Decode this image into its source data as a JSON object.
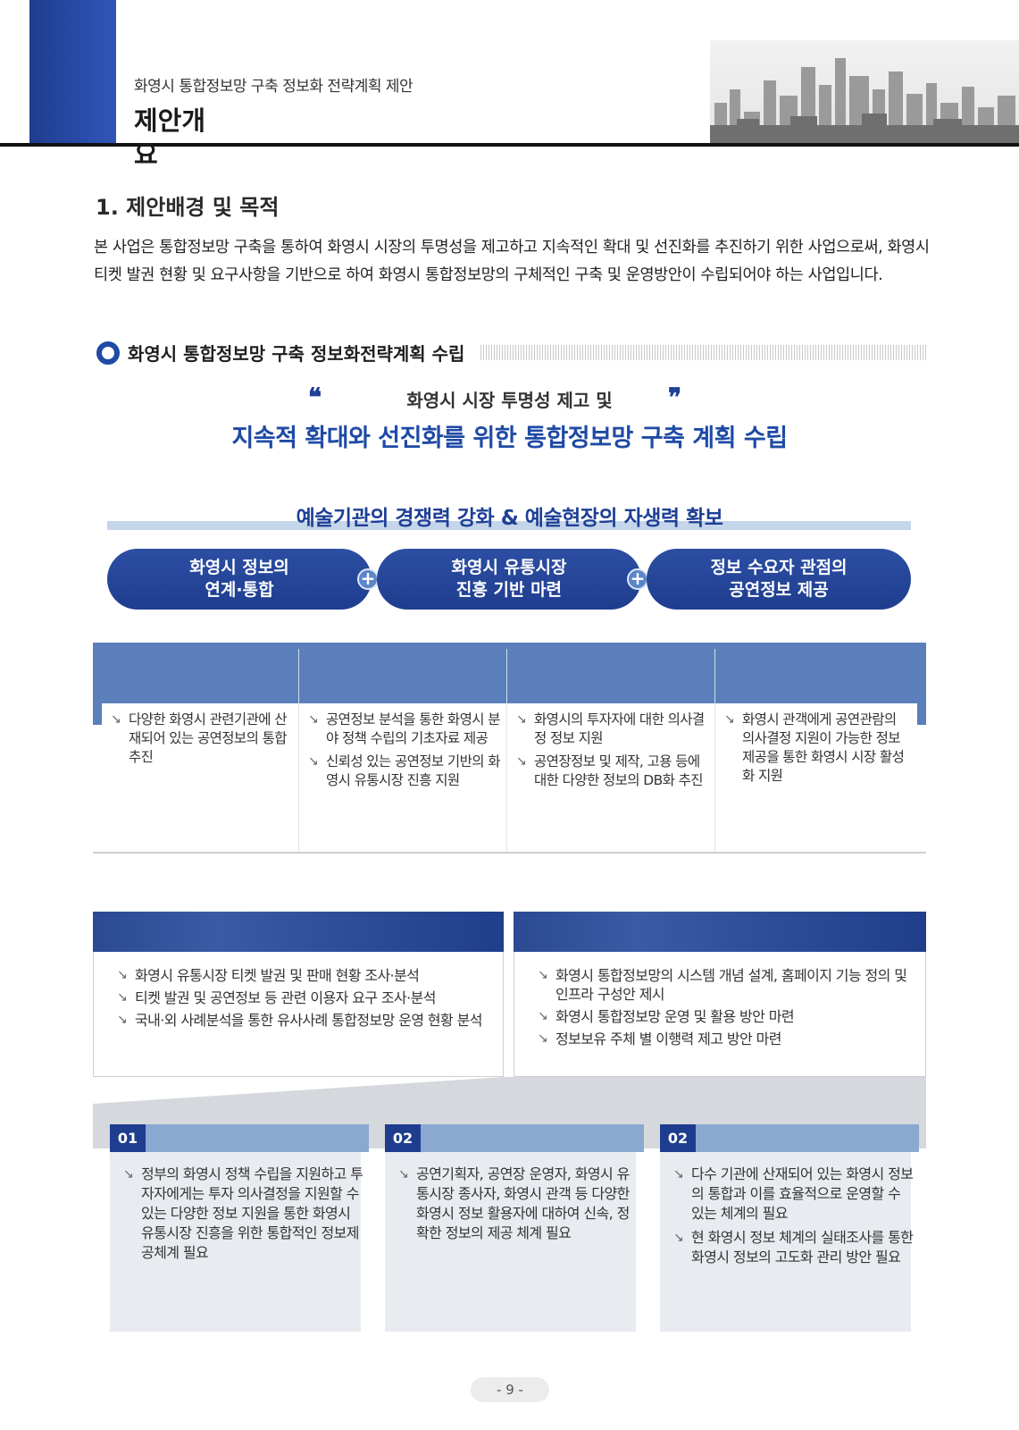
{
  "header": {
    "subtitle": "화영시 통합정보망 구축 정보화 전략계획 제안",
    "title": "제안개요"
  },
  "section": {
    "heading": "1. 제안배경 및 목적",
    "intro": "본 사업은 통합정보망 구축을 통하여 화영시 시장의 투명성을 제고하고 지속적인 확대 및 선진화를 추진하기 위한 사업으로써, 화영시 티켓 발권 현황 및 요구사항을 기반으로 하여 화영시 통합정보망의 구체적인 구축 및 운영방안이 수립되어야 하는 사업입니다."
  },
  "subsection": {
    "heading": "화영시 통합정보망 구축 정보화전략계획 수립"
  },
  "slogan": {
    "open_quote": "❝",
    "close_quote": "❞",
    "line1": "화영시 시장 투명성 제고 및",
    "line2": "지속적 확대와 선진화를 위한 통합정보망 구축 계획 수립"
  },
  "goal": "예술기관의 경쟁력 강화 & 예술현장의 자생력 확보",
  "pills": [
    {
      "label": "화영시 정보의\n연계·통합"
    },
    {
      "label": "화영시 유통시장\n진흥 기반 마련"
    },
    {
      "label": "정보 수요자 관점의\n공연정보 제공"
    }
  ],
  "plus_symbol": "+",
  "columns": [
    {
      "items": [
        "다양한 화영시 관련기관에 산재되어 있는 공연정보의 통합 추진"
      ]
    },
    {
      "items": [
        "공연정보 분석을 통한 화영시 분야 정책 수립의 기초자료 제공",
        "신뢰성 있는 공연정보 기반의 화영시 유통시장 진흥 지원"
      ]
    },
    {
      "items": [
        "화영시의 투자자에 대한 의사결정 정보 지원",
        "공연장정보 및 제작, 고용 등에 대한 다양한 정보의 DB화 추진"
      ]
    },
    {
      "items": [
        "화영시 관객에게 공연관람의 의사결정 지원이 가능한 정보 제공을 통한 화영시 시장 활성화 지원"
      ]
    }
  ],
  "tasks": [
    {
      "items": [
        "화영시 유통시장 티켓 발권 및 판매 현황 조사·분석",
        "티켓 발권 및 공연정보 등 관련 이용자 요구 조사·분석",
        "국내·외 사례분석을 통한 유사사례 통합정보망 운영 현황 분석"
      ]
    },
    {
      "items": [
        "화영시 통합정보망의 시스템 개념 설계, 홈페이지 기능 정의 및 인프라 구성안 제시",
        "화영시 통합정보망 운영 및 활용 방안 마련",
        "정보보유 주체 별 이행력 제고 방안 마련"
      ]
    }
  ],
  "needs": [
    {
      "tag": "01",
      "items": [
        "정부의 화영시 정책 수립을 지원하고 투자자에게는 투자 의사결정을 지원할 수 있는 다양한 정보 지원을 통한 화영시 유통시장 진흥을 위한 통합적인 정보제공체계 필요"
      ]
    },
    {
      "tag": "02",
      "items": [
        "공연기획자, 공연장 운영자, 화영시 유통시장 종사자, 화영시 관객 등 다양한 화영시 정보 활용자에 대하여 신속, 정확한 정보의 제공 체계 필요"
      ]
    },
    {
      "tag": "02",
      "items": [
        "다수 기관에 산재되어 있는 화영시 정보의 통합과 이를 효율적으로 운영할 수 있는 체계의 필요",
        "현 화영시 정보 체계의 실태조사를 통한 화영시 정보의 고도화 관리 방안 필요"
      ]
    }
  ],
  "page_number": "- 9 -",
  "colors": {
    "primary": "#1f3d8f",
    "accent": "#1f4aa5",
    "panel": "#5b7fba",
    "light": "#e8ecf1"
  }
}
